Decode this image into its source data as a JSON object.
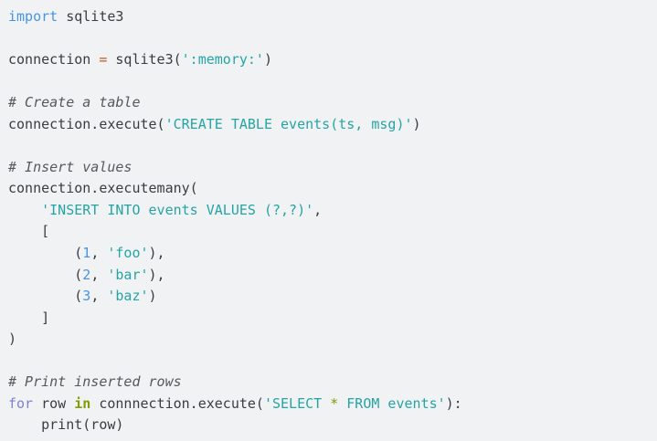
{
  "editor": {
    "language": "python",
    "background": "#f1f2f4",
    "token_colors": {
      "background": "#f1f2f4",
      "plain": "#383d41",
      "keyword": "#7d80d1",
      "keyword_namespace": "#4795e2",
      "operator": "#c4591d",
      "operator_word": "#7f9d00",
      "string": "#26a4a4",
      "string_operator": "#7f9d00",
      "number": "#4795e2",
      "comment": "#54595d"
    },
    "lines": [
      [
        {
          "s": "keyword-namespace",
          "t": "import"
        },
        {
          "s": "plain",
          "t": " sqlite3"
        }
      ],
      [],
      [
        {
          "s": "plain",
          "t": "connection "
        },
        {
          "s": "operator",
          "t": "="
        },
        {
          "s": "plain",
          "t": " sqlite3("
        },
        {
          "s": "string",
          "t": "':memory:'"
        },
        {
          "s": "plain",
          "t": ")"
        }
      ],
      [],
      [
        {
          "s": "comment",
          "t": "# Create a table"
        }
      ],
      [
        {
          "s": "plain",
          "t": "connection.execute("
        },
        {
          "s": "string",
          "t": "'CREATE TABLE events(ts, msg)'"
        },
        {
          "s": "plain",
          "t": ")"
        }
      ],
      [],
      [
        {
          "s": "comment",
          "t": "# Insert values"
        }
      ],
      [
        {
          "s": "plain",
          "t": "connection.executemany("
        }
      ],
      [
        {
          "s": "plain",
          "t": "    "
        },
        {
          "s": "string",
          "t": "'INSERT INTO events VALUES (?,?)'"
        },
        {
          "s": "plain",
          "t": ","
        }
      ],
      [
        {
          "s": "plain",
          "t": "    ["
        }
      ],
      [
        {
          "s": "plain",
          "t": "        ("
        },
        {
          "s": "number",
          "t": "1"
        },
        {
          "s": "plain",
          "t": ", "
        },
        {
          "s": "string",
          "t": "'foo'"
        },
        {
          "s": "plain",
          "t": "),"
        }
      ],
      [
        {
          "s": "plain",
          "t": "        ("
        },
        {
          "s": "number",
          "t": "2"
        },
        {
          "s": "plain",
          "t": ", "
        },
        {
          "s": "string",
          "t": "'bar'"
        },
        {
          "s": "plain",
          "t": "),"
        }
      ],
      [
        {
          "s": "plain",
          "t": "        ("
        },
        {
          "s": "number",
          "t": "3"
        },
        {
          "s": "plain",
          "t": ", "
        },
        {
          "s": "string",
          "t": "'baz'"
        },
        {
          "s": "plain",
          "t": ")"
        }
      ],
      [
        {
          "s": "plain",
          "t": "    ]"
        }
      ],
      [
        {
          "s": "plain",
          "t": ")"
        }
      ],
      [],
      [
        {
          "s": "comment",
          "t": "# Print inserted rows"
        }
      ],
      [
        {
          "s": "keyword",
          "t": "for"
        },
        {
          "s": "plain",
          "t": " row "
        },
        {
          "s": "operator-word",
          "t": "in"
        },
        {
          "s": "plain",
          "t": " connnection.execute("
        },
        {
          "s": "string",
          "t": "'SELECT "
        },
        {
          "s": "string-operator",
          "t": "*"
        },
        {
          "s": "string",
          "t": " FROM events'"
        },
        {
          "s": "plain",
          "t": "):"
        }
      ],
      [
        {
          "s": "plain",
          "t": "    print(row)"
        }
      ]
    ]
  }
}
